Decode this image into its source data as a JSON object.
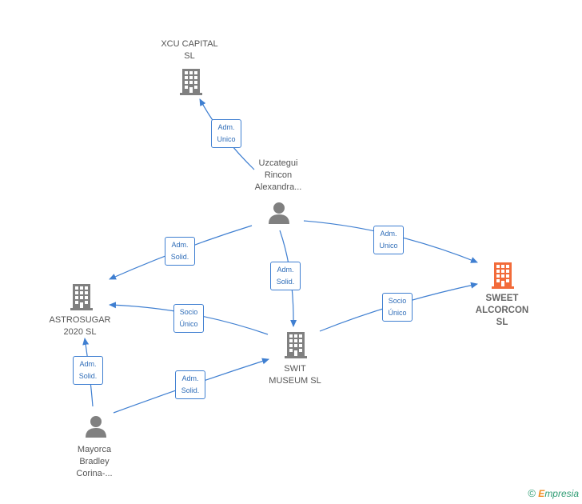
{
  "colors": {
    "company": "#808080",
    "company_highlight": "#f26b3a",
    "person": "#808080",
    "edge": "#3f7fd1",
    "edge_text": "#2f6db8"
  },
  "nodes": {
    "xcu": {
      "label": "XCU CAPITAL\nSL",
      "icon": "building-icon"
    },
    "uzcategui": {
      "label": "Uzcategui\nRincon\nAlexandra...",
      "icon": "person-icon"
    },
    "astrosugar": {
      "label": "ASTROSUGAR\n2020  SL",
      "icon": "building-icon"
    },
    "swit": {
      "label": "SWIT\nMUSEUM  SL",
      "icon": "building-icon"
    },
    "sweet": {
      "label": "SWEET\nALCORCON\nSL",
      "icon": "building-icon"
    },
    "mayorca": {
      "label": "Mayorca\nBradley\nCorina-...",
      "icon": "person-icon"
    }
  },
  "edges": {
    "e1": "Adm.\nUnico",
    "e2": "Adm.\nSolid.",
    "e3": "Adm.\nSolid.",
    "e4": "Adm.\nUnico",
    "e5": "Socio\nÚnico",
    "e6": "Socio\nÚnico",
    "e7": "Adm.\nSolid.",
    "e8": "Adm.\nSolid."
  },
  "footer": {
    "copyright": "©",
    "brand_first": "E",
    "brand_rest": "mpresia"
  }
}
